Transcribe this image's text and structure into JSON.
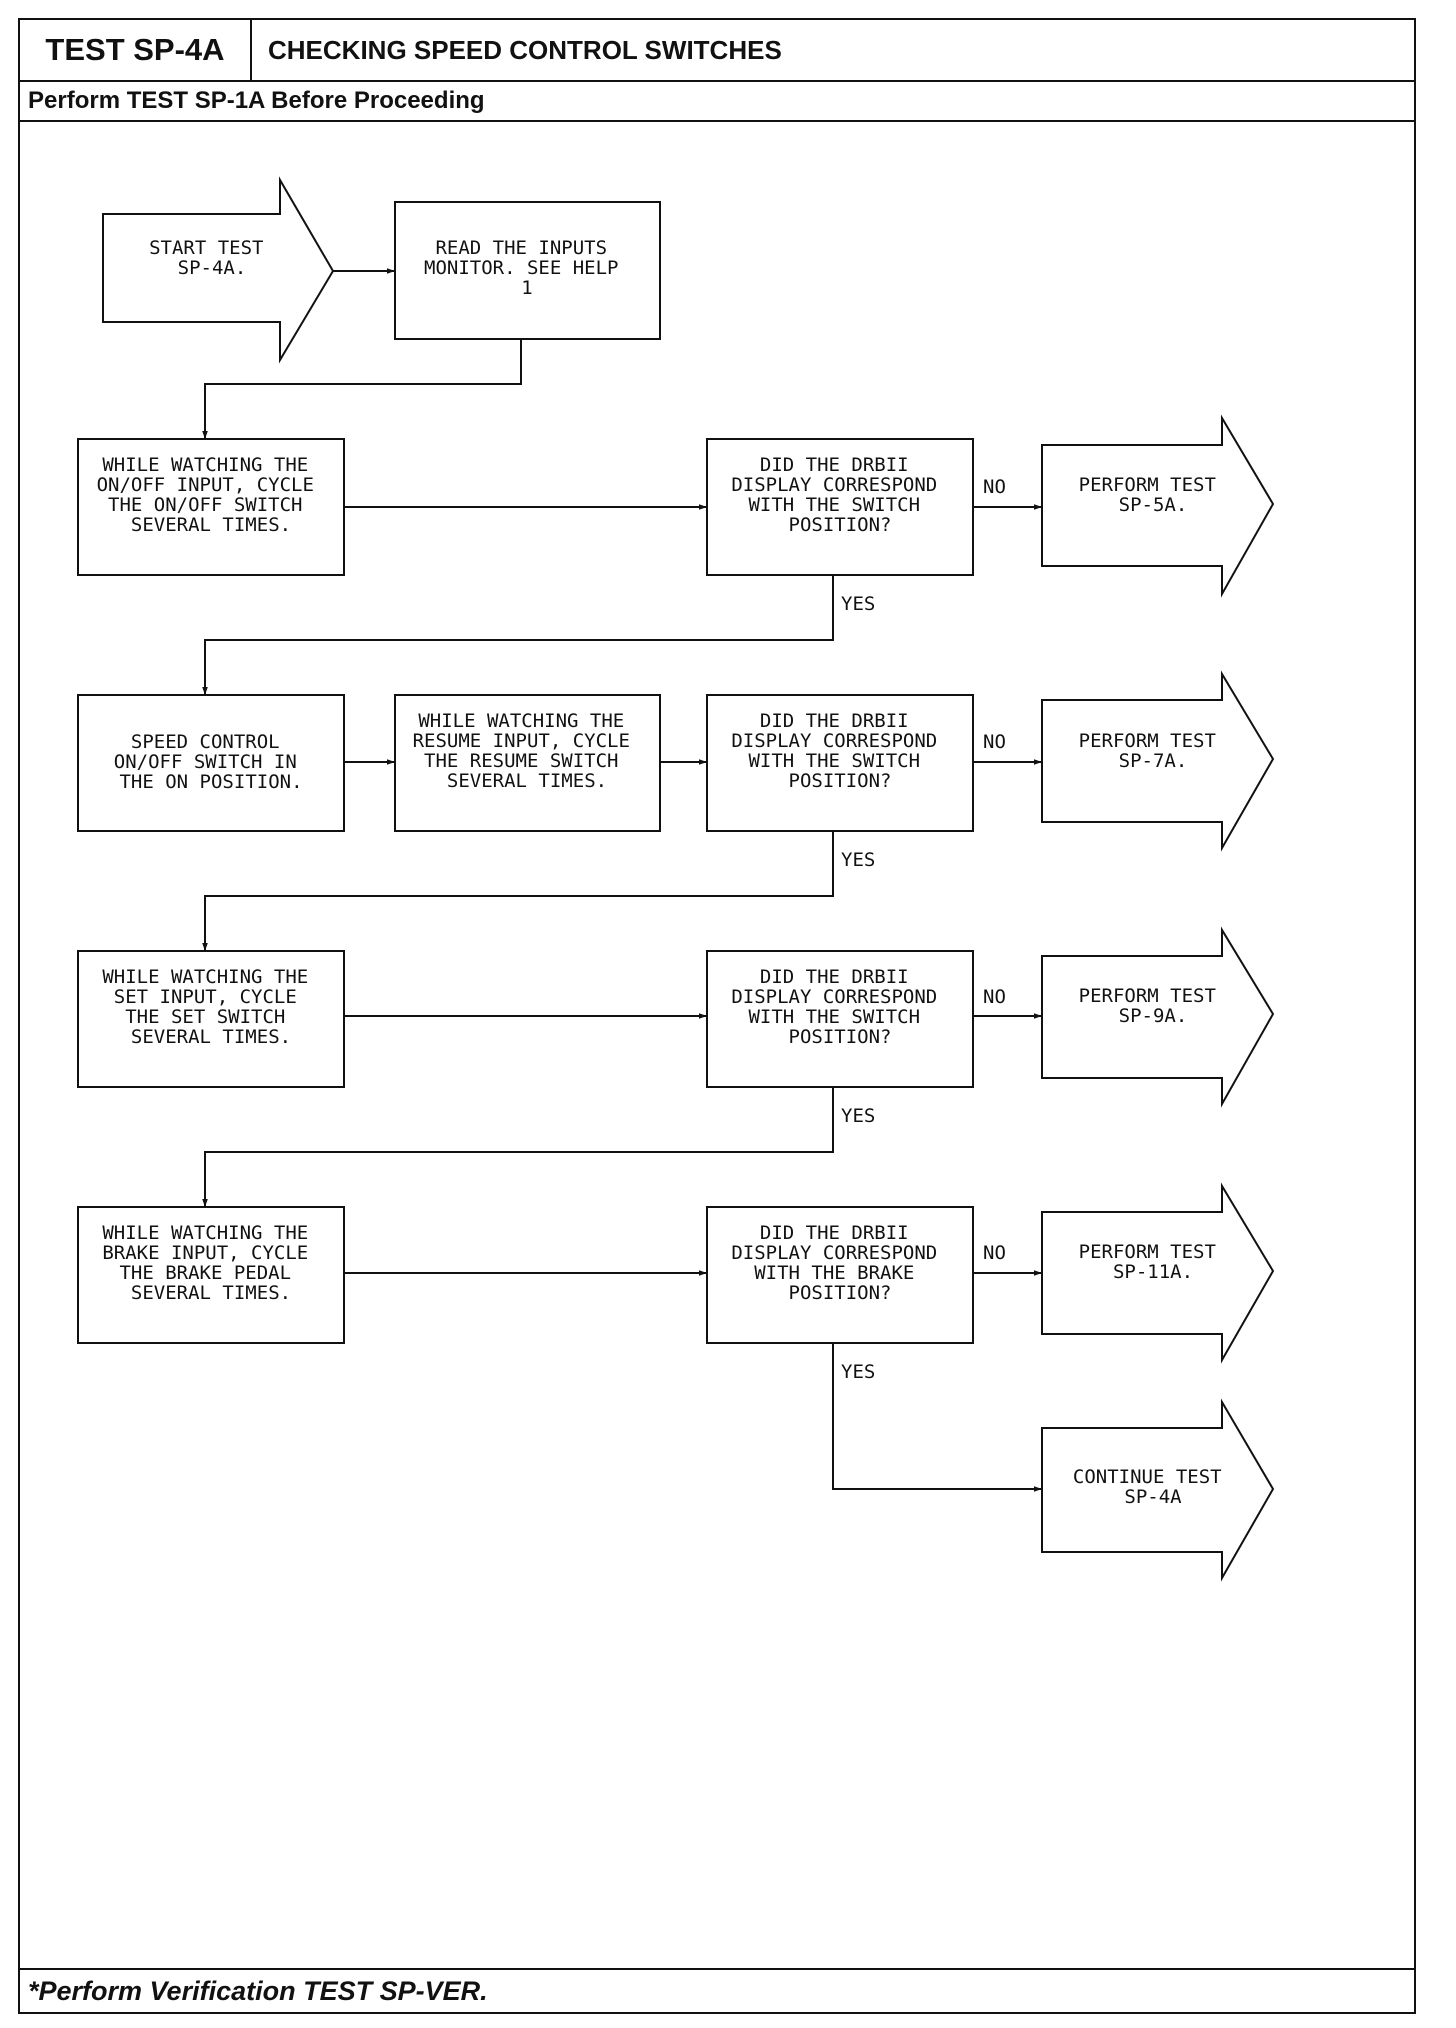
{
  "header": {
    "test_id": "TEST SP-4A",
    "title": "CHECKING SPEED CONTROL SWITCHES",
    "prerequisite": "Perform TEST SP-1A Before Proceeding"
  },
  "footer": {
    "note": "*Perform Verification TEST SP-VER."
  },
  "flowchart": {
    "start": [
      "START TEST",
      "SP-4A."
    ],
    "read_inputs": [
      "READ THE INPUTS",
      "MONITOR. SEE HELP",
      "1"
    ],
    "step1": [
      "WHILE WATCHING THE",
      "ON/OFF INPUT, CYCLE",
      "THE ON/OFF SWITCH",
      "SEVERAL TIMES."
    ],
    "decision1": [
      "DID THE DRBII",
      "DISPLAY CORRESPOND",
      "WITH THE SWITCH",
      "POSITION?"
    ],
    "result1": [
      "PERFORM TEST",
      "SP-5A."
    ],
    "step2a": [
      "SPEED CONTROL",
      "ON/OFF SWITCH IN",
      "THE ON POSITION."
    ],
    "step2b": [
      "WHILE WATCHING THE",
      "RESUME INPUT, CYCLE",
      "THE RESUME SWITCH",
      "SEVERAL TIMES."
    ],
    "decision2": [
      "DID THE DRBII",
      "DISPLAY CORRESPOND",
      "WITH THE SWITCH",
      "POSITION?"
    ],
    "result2": [
      "PERFORM TEST",
      "SP-7A."
    ],
    "step3": [
      "WHILE WATCHING THE",
      "SET INPUT, CYCLE",
      "THE SET SWITCH",
      "SEVERAL TIMES."
    ],
    "decision3": [
      "DID THE DRBII",
      "DISPLAY CORRESPOND",
      "WITH THE SWITCH",
      "POSITION?"
    ],
    "result3": [
      "PERFORM TEST",
      "SP-9A."
    ],
    "step4": [
      "WHILE WATCHING THE",
      "BRAKE INPUT, CYCLE",
      "THE BRAKE PEDAL",
      "SEVERAL TIMES."
    ],
    "decision4": [
      "DID THE DRBII",
      "DISPLAY CORRESPOND",
      "WITH THE BRAKE",
      "POSITION?"
    ],
    "result4": [
      "PERFORM TEST",
      "SP-11A."
    ],
    "continue": [
      "CONTINUE TEST",
      "SP-4A"
    ],
    "label_no": "NO",
    "label_yes": "YES"
  }
}
